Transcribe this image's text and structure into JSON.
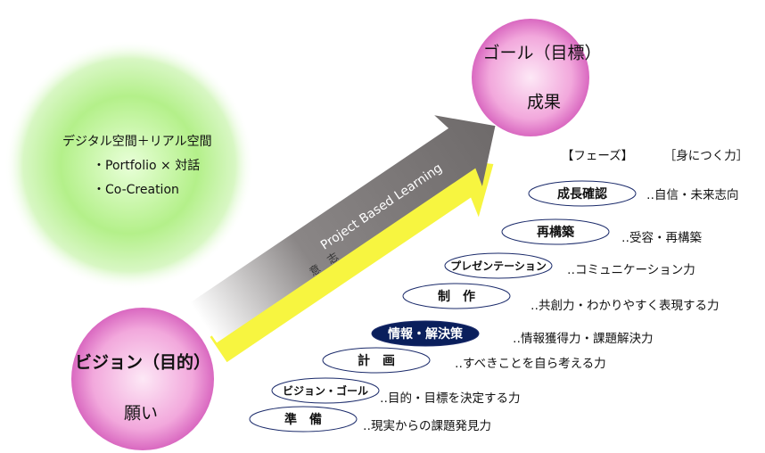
{
  "green_circle": {
    "lines": [
      "デジタル空間＋リアル空間",
      "・Portfolio × 対話",
      "・Co-Creation"
    ]
  },
  "goal_circle": {
    "title": "ゴール（目標）",
    "subtitle": "成果"
  },
  "vision_circle": {
    "title": "ビジョン（目的）",
    "subtitle": "願い"
  },
  "arrows": {
    "main_label": "Project  Based Learning",
    "sub_label": "意　志"
  },
  "headers": {
    "phase": "【フェーズ】",
    "skill": "［身につく力］"
  },
  "steps": [
    {
      "phase": "成長確認",
      "skill": "‥自信・未来志向"
    },
    {
      "phase": "再構築",
      "skill": "‥受容・再構築"
    },
    {
      "phase": "プレゼンテーション",
      "skill": "‥コミュニケーション力"
    },
    {
      "phase": "制　作",
      "skill": "‥共創力・わかりやすく表現する力"
    },
    {
      "phase": "情報・解決策",
      "skill": "‥情報獲得力・課題解決力",
      "highlighted": true
    },
    {
      "phase": "計　画",
      "skill": "‥すべきことを自ら考える力"
    },
    {
      "phase": "ビジョン・ゴール",
      "skill": "‥目的・目標を決定する力"
    },
    {
      "phase": "準　備",
      "skill": "‥現実からの課題発見力"
    }
  ],
  "colors": {
    "highlight": "#0a1f5c",
    "ellipse_stroke": "#1a2a6a",
    "arrow_gray": "#6e6a6a",
    "arrow_yellow": "#f7f540"
  }
}
